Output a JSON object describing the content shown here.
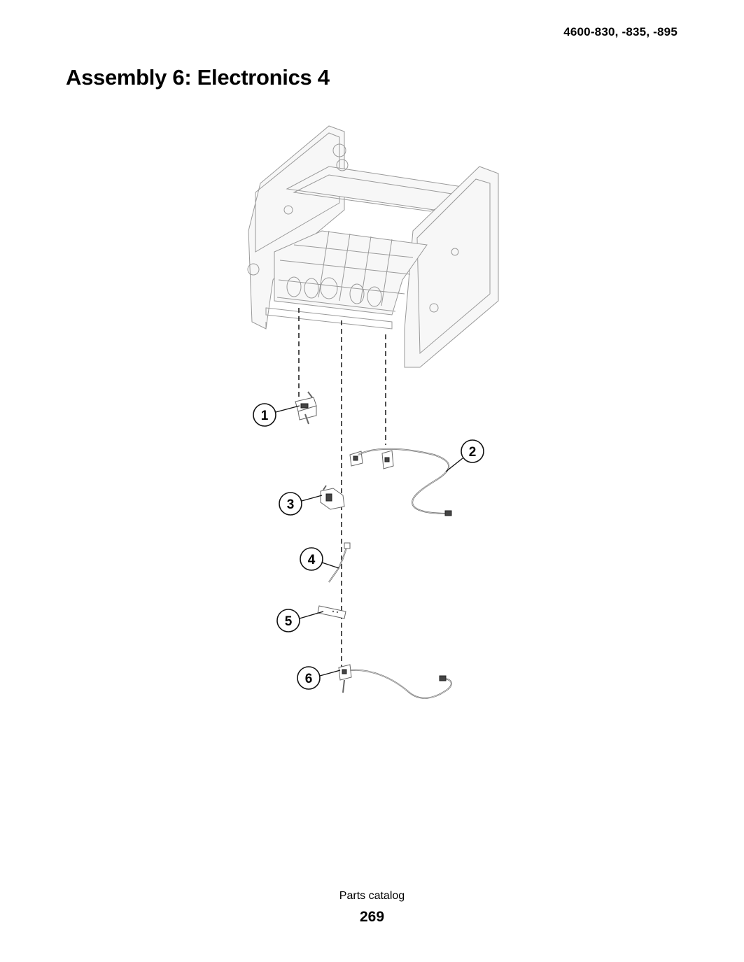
{
  "header": {
    "model_numbers": "4600-830, -835, -895"
  },
  "title": "Assembly 6: Electronics 4",
  "diagram": {
    "callouts": [
      {
        "number": "1"
      },
      {
        "number": "2"
      },
      {
        "number": "3"
      },
      {
        "number": "4"
      },
      {
        "number": "5"
      },
      {
        "number": "6"
      }
    ]
  },
  "footer": {
    "section": "Parts catalog",
    "page_number": "269"
  }
}
